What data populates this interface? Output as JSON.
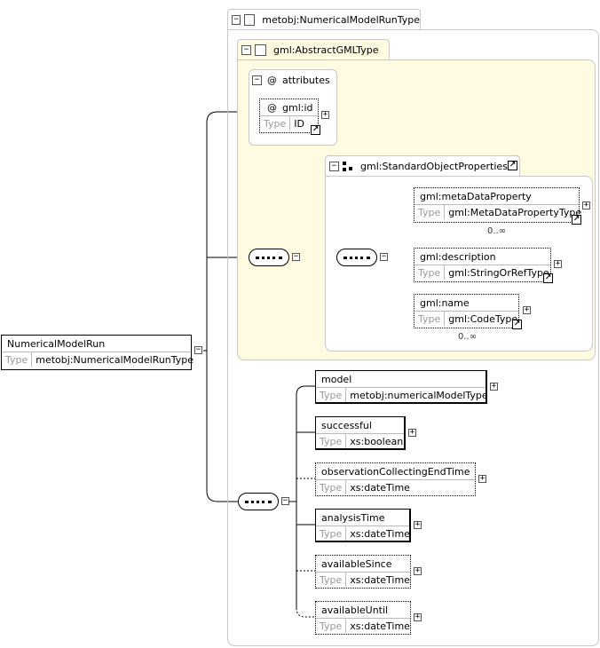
{
  "root": {
    "name": "NumericalModelRun",
    "type_key": "Type",
    "type": "metobj:NumericalModelRunType"
  },
  "outer": {
    "title": "metobj:NumericalModelRunType"
  },
  "abstract": {
    "title": "gml:AbstractGMLType"
  },
  "attributes": {
    "title": "attributes",
    "at": "@",
    "id": {
      "name": "gml:id",
      "at": "@",
      "type_key": "Type",
      "type": "ID"
    }
  },
  "group": {
    "title": "gml:StandardObjectProperties"
  },
  "group_elements": [
    {
      "name": "gml:metaDataProperty",
      "type_key": "Type",
      "type": "gml:MetaDataPropertyType",
      "card": "0..∞"
    },
    {
      "name": "gml:description",
      "type_key": "Type",
      "type": "gml:StringOrRefType",
      "card": ""
    },
    {
      "name": "gml:name",
      "type_key": "Type",
      "type": "gml:CodeType",
      "card": "0..∞"
    }
  ],
  "seq_elements": [
    {
      "name": "model",
      "type_key": "Type",
      "type": "metobj:numericalModelType"
    },
    {
      "name": "successful",
      "type_key": "Type",
      "type": "xs:boolean"
    },
    {
      "name": "observationCollectingEndTime",
      "type_key": "Type",
      "type": "xs:dateTime"
    },
    {
      "name": "analysisTime",
      "type_key": "Type",
      "type": "xs:dateTime"
    },
    {
      "name": "availableSince",
      "type_key": "Type",
      "type": "xs:dateTime"
    },
    {
      "name": "availableUntil",
      "type_key": "Type",
      "type": "xs:dateTime"
    }
  ],
  "icons": {
    "collapse": "minus-icon",
    "expand": "plus-icon",
    "goto": "arrow-link-icon",
    "sequence": "sequence-compositor-icon",
    "group": "group-icon"
  }
}
